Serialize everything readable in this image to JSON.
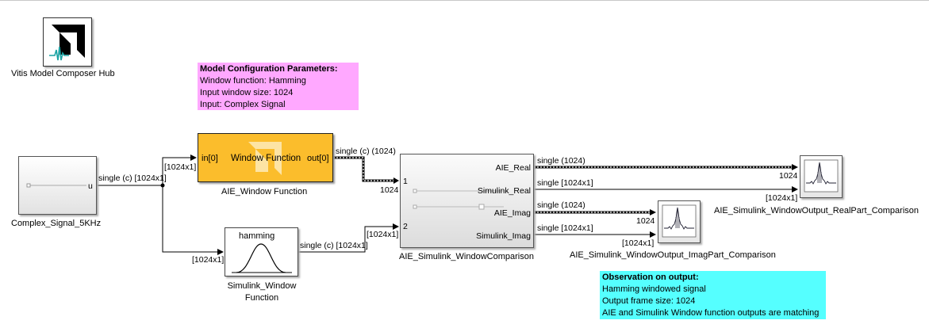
{
  "hub": {
    "label": "Vitis Model Composer Hub",
    "logo_color": "#000000",
    "wave_color": "#1aa3a3"
  },
  "source": {
    "label": "Complex_Signal_5KHz",
    "port_out": "u"
  },
  "aie_block": {
    "label": "AIE_Window Function",
    "title": "Window Function",
    "port_in": "in[0]",
    "port_out": "out[0]",
    "color": "#fbbd2c"
  },
  "hamming_block": {
    "title": "hamming",
    "label_line1": "Simulink_Window",
    "label_line2": "Function"
  },
  "comparison_block": {
    "label": "AIE_Simulink_WindowComparison",
    "in_ports": [
      "1",
      "2"
    ],
    "out_ports": [
      "AIE_Real",
      "Simulink_Real",
      "AIE_Imag",
      "Simulink_Imag"
    ]
  },
  "scope_real": {
    "label": "AIE_Simulink_WindowOutput_RealPart_Comparison"
  },
  "scope_imag": {
    "label": "AIE_Simulink_WindowOutput_ImagPart_Comparison"
  },
  "signals": {
    "src_out": "single (c) [1024x1]",
    "branch_top": "[1024x1]",
    "branch_bottom": "[1024x1]",
    "aie_out": "single (c) (1024)",
    "aie_out_dim": "1024",
    "ham_out": "single (c) [1024x1]",
    "cmp_in2_dim": "[1024x1]",
    "aie_real": "single (1024)",
    "aie_real_dim": "1024",
    "sim_real": "single [1024x1]",
    "sim_real_dim": "[1024x1]",
    "aie_imag": "single (1024)",
    "aie_imag_dim": "1024",
    "sim_imag": "single [1024x1]",
    "sim_imag_dim": "[1024x1]"
  },
  "config_note": {
    "title": "Model Configuration Parameters:",
    "lines": [
      "Window function: Hamming",
      "Input window size: 1024",
      "Input: Complex Signal"
    ],
    "color": "#ffa8ff"
  },
  "observation_note": {
    "title": "Observation on output:",
    "lines": [
      "Hamming windowed signal",
      "Output frame size: 1024",
      "AIE and Simulink Window function outputs are matching"
    ],
    "color": "#55ffff"
  }
}
